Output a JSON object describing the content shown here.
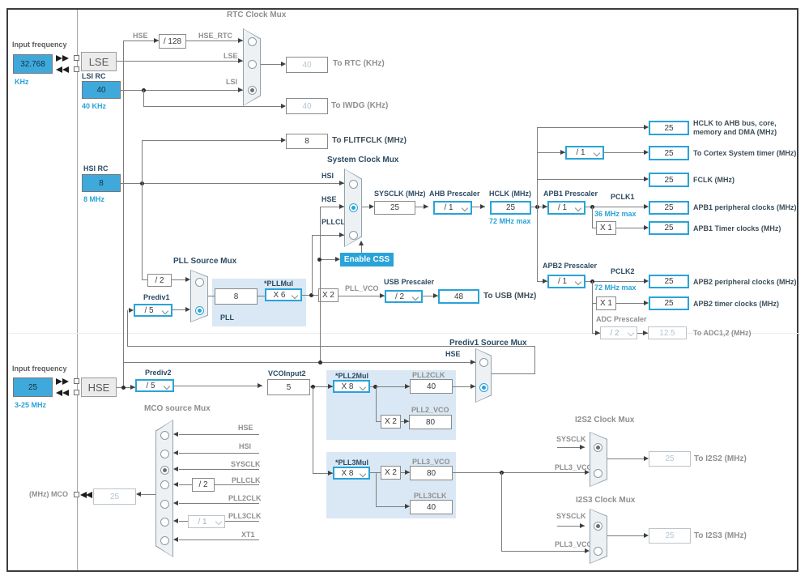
{
  "osc32": {
    "title": "Input frequency",
    "value": "32.768",
    "unit": "KHz"
  },
  "lse": {
    "label": "LSE"
  },
  "lsi": {
    "title": "LSI RC",
    "value": "40",
    "unit": "40 KHz"
  },
  "hsi": {
    "title": "HSI RC",
    "value": "8",
    "unit": "8 MHz"
  },
  "osc": {
    "title": "Input frequency",
    "value": "25",
    "unit": "3-25 MHz"
  },
  "hse": {
    "label": "HSE"
  },
  "rtc": {
    "title": "RTC Clock Mux",
    "div128": "/ 128",
    "in_hse": "HSE",
    "in_hse_rtc": "HSE_RTC",
    "in_lse": "LSE",
    "in_lsi": "LSI",
    "rtc_value": "40",
    "rtc_label": "To RTC (KHz)",
    "iwdg_value": "40",
    "iwdg_label": "To IWDG (KHz)"
  },
  "flitf": {
    "value": "8",
    "label": "To FLITFCLK (MHz)"
  },
  "sysmux": {
    "title": "System Clock Mux",
    "in_hsi": "HSI",
    "in_hse": "HSE",
    "in_pll": "PLLCLK",
    "css": "Enable CSS"
  },
  "sys": {
    "sysclk_label": "SYSCLK (MHz)",
    "sysclk": "25",
    "ahb_label": "AHB Prescaler",
    "ahb": "/ 1",
    "hclk_label": "HCLK (MHz)",
    "hclk": "25",
    "hclk_max": "72 MHz max"
  },
  "out": {
    "hclk_value": "25",
    "hclk_label": "HCLK to AHB bus, core, memory and DMA (MHz)",
    "cortex_div": "/ 1",
    "cortex_value": "25",
    "cortex_label": "To Cortex System timer (MHz)",
    "fclk_value": "25",
    "fclk_label": "FCLK (MHz)"
  },
  "apb1": {
    "title": "APB1 Prescaler",
    "div": "/ 1",
    "pclk": "PCLK1",
    "max": "36 MHz max",
    "x1": "X 1",
    "p_value": "25",
    "p_label": "APB1 peripheral clocks (MHz)",
    "t_value": "25",
    "t_label": "APB1 Timer clocks (MHz)"
  },
  "apb2": {
    "title": "APB2 Prescaler",
    "div": "/ 1",
    "pclk": "PCLK2",
    "max": "72 MHz max",
    "x1": "X 1",
    "p_value": "25",
    "p_label": "APB2 peripheral clocks (MHz)",
    "t_value": "25",
    "t_label": "APB2 timer clocks (MHz)"
  },
  "adc": {
    "title": "ADC Prescaler",
    "div": "/ 2",
    "value": "12.5",
    "label": "To ADC1,2 (MHz)"
  },
  "pllmux": {
    "title": "PLL Source Mux",
    "div2": "/ 2",
    "prediv1_label": "Prediv1",
    "prediv1": "/ 5"
  },
  "pll": {
    "label": "PLL",
    "input": "8",
    "mul_label": "*PLLMul",
    "mul": "X 6",
    "x2": "X 2",
    "vco_label": "PLL_VCO"
  },
  "usb": {
    "title": "USB Prescaler",
    "div": "/ 2",
    "value": "48",
    "label": "To USB (MHz)"
  },
  "prediv2": {
    "label": "Prediv2",
    "value": "/ 5"
  },
  "vco2": {
    "label": "VCOInput2",
    "value": "5"
  },
  "pll2": {
    "mul_label": "*PLL2Mul",
    "mul": "X 8",
    "clk_label": "PLL2CLK",
    "clk": "40",
    "x2": "X 2",
    "vco_label": "PLL2_VCO",
    "vco": "80"
  },
  "pll3": {
    "mul_label": "*PLL3Mul",
    "mul": "X 8",
    "x2": "X 2",
    "vco_label": "PLL3_VCO",
    "vco": "80",
    "clk_label": "PLL3CLK",
    "clk": "40"
  },
  "p1mux": {
    "title": "Prediv1 Source Mux",
    "in_hse": "HSE"
  },
  "i2s2": {
    "title": "I2S2 Clock Mux",
    "in_sys": "SYSCLK",
    "in_pll3": "PLL3_VCO",
    "value": "25",
    "label": "To I2S2 (MHz)"
  },
  "i2s3": {
    "title": "I2S3 Clock Mux",
    "in_sys": "SYSCLK",
    "in_pll3": "PLL3_VCO",
    "value": "25",
    "label": "To I2S3 (MHz)"
  },
  "mco": {
    "title": "MCO source Mux",
    "inputs": [
      "HSE",
      "HSI",
      "SYSCLK",
      "PLLCLK",
      "PLL2CLK",
      "PLL3CLK",
      "XT1"
    ],
    "div2": "/ 2",
    "div1": "/ 1",
    "value": "25",
    "label": "(MHz) MCO"
  },
  "colors": {
    "accent": "#29a3d8",
    "input_fill": "#3fa9dc",
    "region": "#d9e8f4",
    "disabled_value": "#b3c6d3"
  }
}
